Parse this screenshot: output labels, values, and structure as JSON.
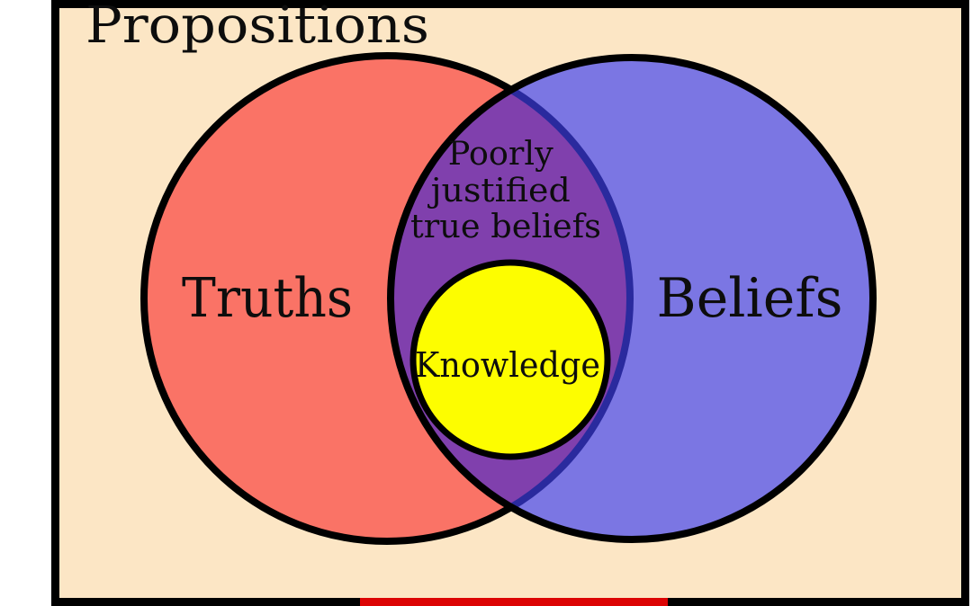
{
  "title": "Propositions",
  "venn": {
    "frame": {
      "background": "#FCE6C5",
      "border_color": "#000000"
    },
    "left_circle": {
      "label": "Truths",
      "color": "#FA7366"
    },
    "right_circle": {
      "label": "Beliefs",
      "color": "#7B76E3"
    },
    "overlap": {
      "lines": [
        "Poorly",
        "justified",
        "true beliefs"
      ],
      "color": "#8040AD",
      "arc_color": "#2A2A9E"
    },
    "knowledge_circle": {
      "label": "Knowledge",
      "color": "#FDFD00"
    }
  },
  "bottom_bar": {
    "color": "#DC0404"
  }
}
